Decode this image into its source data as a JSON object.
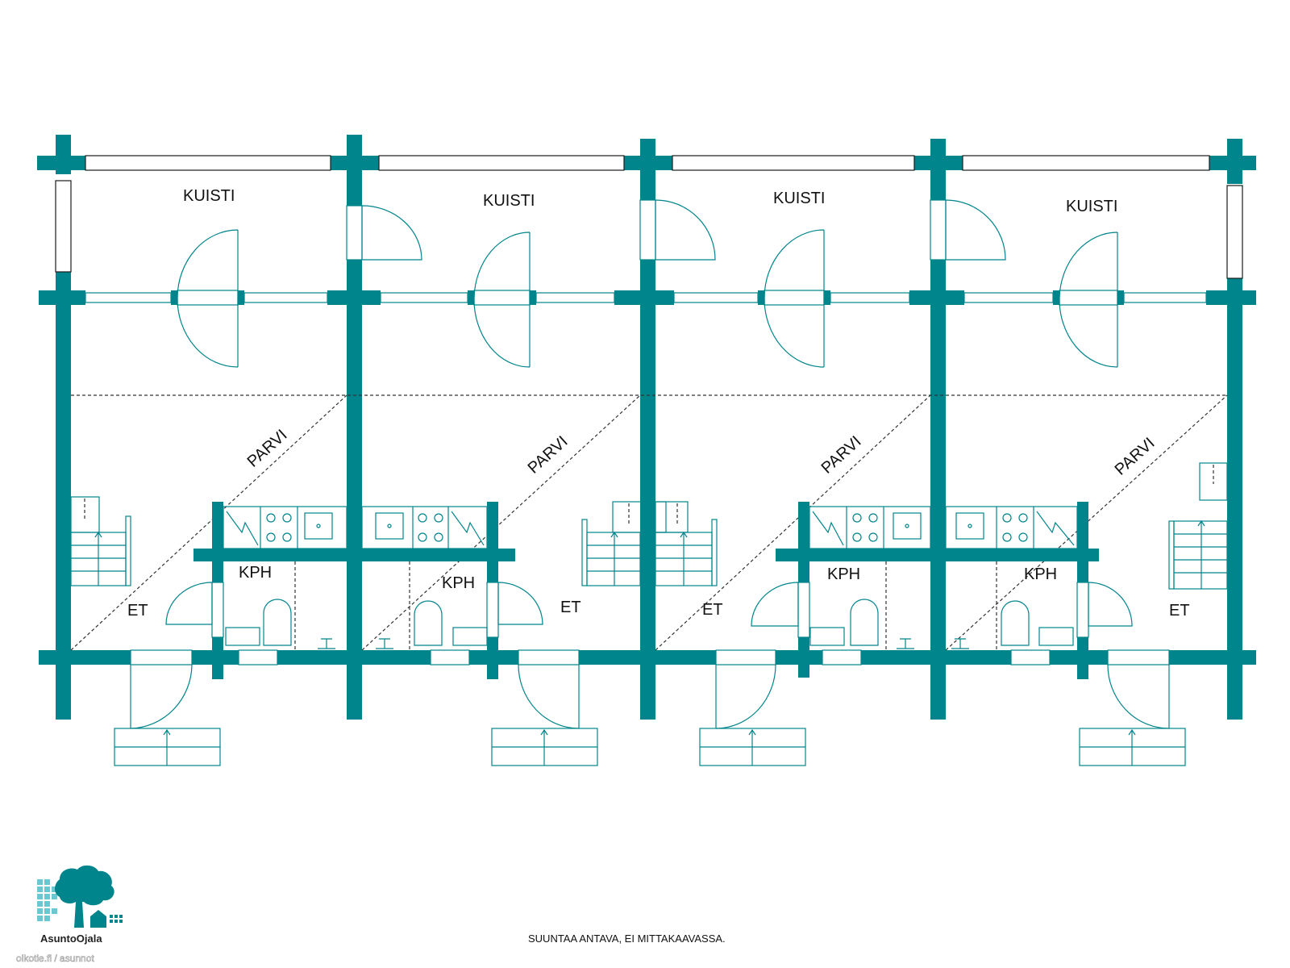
{
  "rooms": {
    "porch": "KUISTI",
    "loft": "PARVI",
    "bathroom": "KPH",
    "entrance": "ET"
  },
  "caption": "SUUNTAA ANTAVA, EI MITTAKAAVASSA.",
  "logo": {
    "name": "AsuntoOjala",
    "icon": "tree-house-logo"
  },
  "watermark": "oikotie.fi / asunnot",
  "colors": {
    "wall": "#00858c",
    "line": "#00858c",
    "dashed": "#333333"
  }
}
